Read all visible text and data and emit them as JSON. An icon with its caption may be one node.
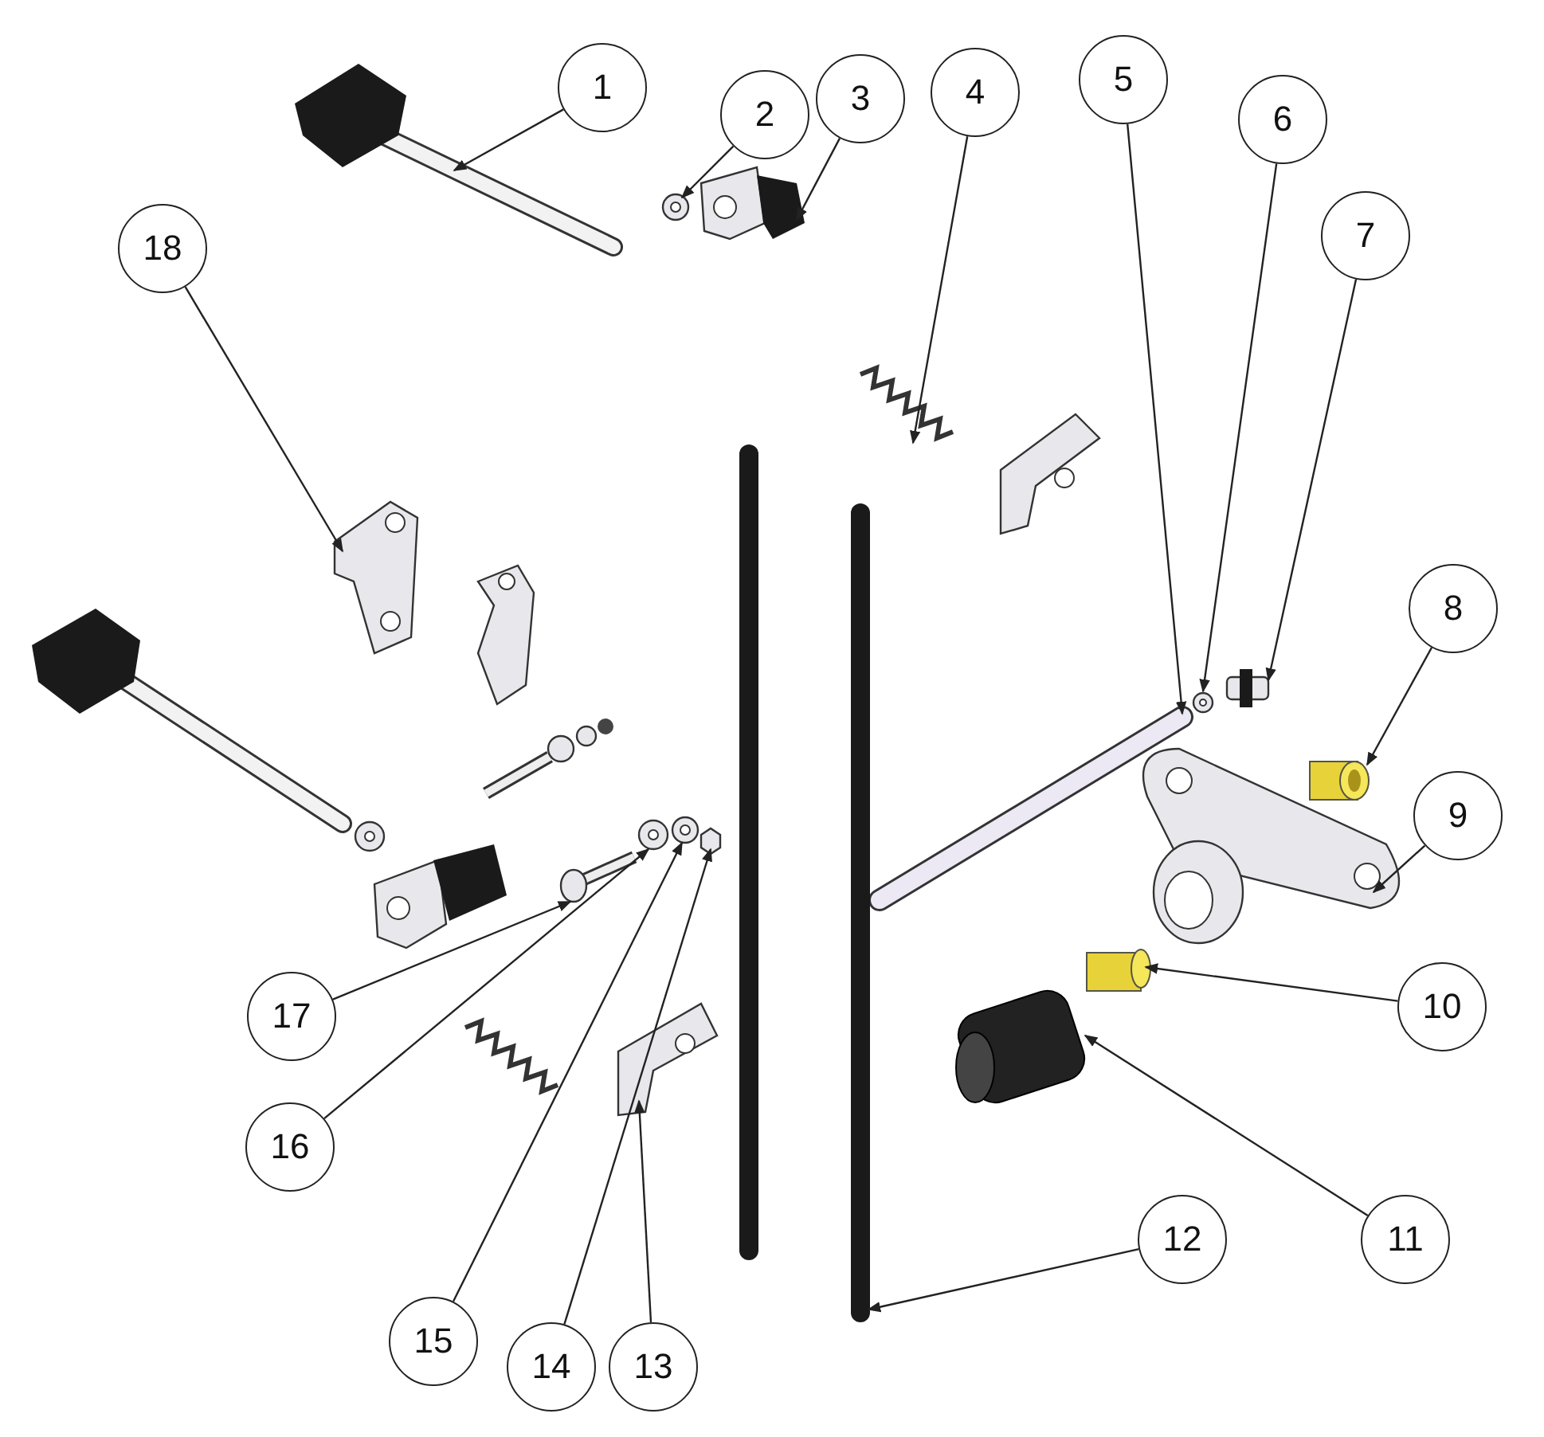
{
  "diagram": {
    "nodes": [
      {
        "text": [
          "1"
        ]
      },
      {
        "text": [
          "2"
        ]
      },
      {
        "text": [
          "3"
        ]
      },
      {
        "text": [
          "4"
        ]
      },
      {
        "text": [
          "5"
        ]
      },
      {
        "text": [
          "6"
        ]
      },
      {
        "text": [
          "7"
        ]
      },
      {
        "text": [
          "8"
        ]
      },
      {
        "text": [
          "9"
        ]
      },
      {
        "text": [
          "10"
        ]
      },
      {
        "text": [
          "11"
        ]
      },
      {
        "text": [
          "12"
        ]
      },
      {
        "text": [
          "13"
        ]
      },
      {
        "text": [
          "14"
        ]
      },
      {
        "text": [
          "15"
        ]
      },
      {
        "text": [
          "16"
        ]
      },
      {
        "text": [
          "17"
        ]
      },
      {
        "text": [
          "18"
        ]
      },
      {
        "text": [],
        "shape": "picture"
      },
      {
        "text": [],
        "shape": "picture"
      },
      {
        "text": [],
        "shape": "picture"
      },
      {
        "text": [],
        "shape": "picture"
      },
      {
        "text": [],
        "shape": "picture"
      },
      {
        "text": [],
        "shape": "picture"
      },
      {
        "text": [],
        "shape": "box"
      },
      {
        "text": [],
        "shape": "cylinder"
      },
      {
        "text": [],
        "shape": "picture"
      },
      {
        "text": [],
        "shape": "cylinder"
      },
      {
        "text": [],
        "shape": "picture"
      },
      {
        "text": [],
        "shape": "picture"
      },
      {
        "text": [],
        "shape": "picture"
      },
      {
        "text": [],
        "shape": "hexagon"
      },
      {
        "text": [],
        "shape": "picture"
      },
      {
        "text": [],
        "shape": "picture"
      },
      {
        "text": [],
        "shape": "picture"
      },
      {
        "text": [],
        "shape": "picture"
      }
    ],
    "edges": [
      {
        "from": 0,
        "to": 18,
        "arrow": "to"
      },
      {
        "from": 1,
        "to": 19,
        "arrow": "to"
      },
      {
        "from": 2,
        "to": 20,
        "arrow": "to"
      },
      {
        "from": 3,
        "to": 21,
        "arrow": "to"
      },
      {
        "from": 4,
        "to": 22,
        "arrow": "to"
      },
      {
        "from": 5,
        "to": 23,
        "arrow": "to"
      },
      {
        "from": 6,
        "to": 24,
        "arrow": "to"
      },
      {
        "from": 7,
        "to": 25,
        "arrow": "to"
      },
      {
        "from": 8,
        "to": 26,
        "arrow": "to"
      },
      {
        "from": 9,
        "to": 27,
        "arrow": "to"
      },
      {
        "from": 10,
        "to": 28,
        "arrow": "to"
      },
      {
        "from": 11,
        "to": 29,
        "arrow": "to"
      },
      {
        "from": 12,
        "to": 30,
        "arrow": "to"
      },
      {
        "from": 13,
        "to": 31,
        "arrow": "to"
      },
      {
        "from": 14,
        "to": 32,
        "arrow": "to"
      },
      {
        "from": 15,
        "to": 33,
        "arrow": "to"
      },
      {
        "from": 16,
        "to": 34,
        "arrow": "to"
      },
      {
        "from": 17,
        "to": 35,
        "arrow": "to"
      }
    ]
  }
}
